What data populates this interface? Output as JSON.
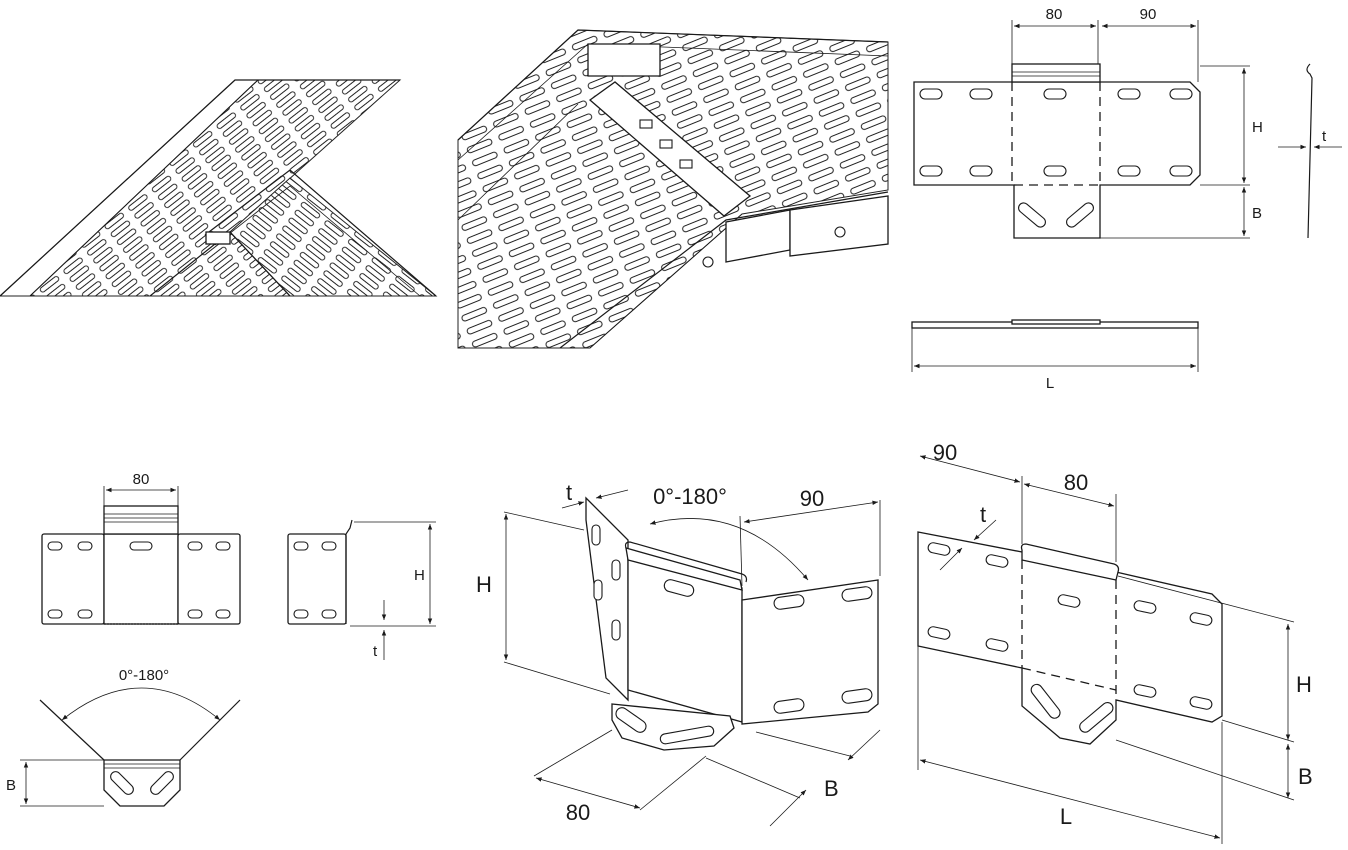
{
  "fig_top_plan": {
    "dim_width_center": "80",
    "dim_width_side": "90",
    "dim_height": "H",
    "dim_base": "B",
    "dim_thickness": "t"
  },
  "fig_top_length": {
    "dim_length": "L"
  },
  "fig_bottom_left": {
    "dim_width_center": "80",
    "dim_height": "H",
    "dim_thickness": "t",
    "angle_range": "0°-180°",
    "dim_base": "B"
  },
  "fig_bottom_mid": {
    "dim_thickness": "t",
    "angle_range": "0°-180°",
    "dim_width_side": "90",
    "dim_height": "H",
    "dim_width_center": "80",
    "dim_base": "B"
  },
  "fig_bottom_right": {
    "dim_width_side": "90",
    "dim_width_center": "80",
    "dim_thickness": "t",
    "dim_height": "H",
    "dim_base": "B",
    "dim_length": "L"
  },
  "colors": {
    "line": "#1a1a1a",
    "background": "#ffffff"
  }
}
